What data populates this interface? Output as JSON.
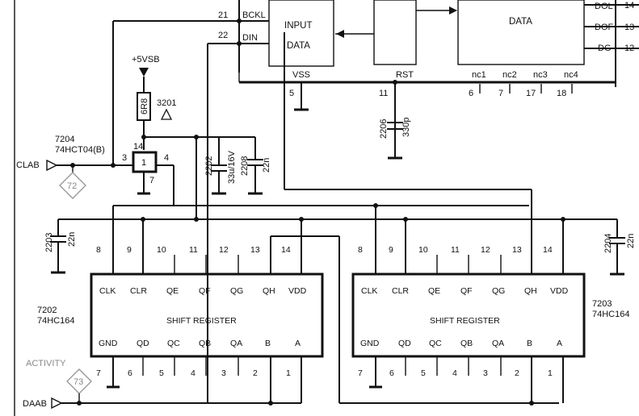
{
  "ic_top": {
    "pins_left": [
      "21",
      "22"
    ],
    "signals_left": [
      "BCKL",
      "DIN"
    ],
    "input_block": [
      "INPUT",
      "DATA"
    ],
    "output_block": [
      "DATA"
    ],
    "right_signals": [
      "DOL",
      "DOF",
      "DG"
    ],
    "right_pins": [
      "14",
      "13",
      "12"
    ],
    "vss_label": "VSS",
    "rst_label": "RST",
    "nc_labels": [
      "nc1",
      "nc2",
      "nc3",
      "nc4"
    ],
    "bottom_pins": [
      "5",
      "11",
      "6",
      "7",
      "17",
      "18"
    ]
  },
  "power": {
    "supply": "+5VSB",
    "resistor_value": "6R8",
    "resistor_ref": "3201"
  },
  "caps": [
    {
      "ref": "2206",
      "value": "330p"
    },
    {
      "ref": "2202",
      "value": "33u/16V"
    },
    {
      "ref": "2208",
      "value": "22n"
    },
    {
      "ref": "2203",
      "value": "22n"
    },
    {
      "ref": "2204",
      "value": "22n"
    }
  ],
  "gate": {
    "ref": "7204",
    "part": "74HCT04(B)",
    "inside": "1",
    "pins": [
      "3",
      "14",
      "4",
      "7"
    ]
  },
  "signals": {
    "clab": "CLAB",
    "daab": "DAAB",
    "activity": "ACTIVITY",
    "test_points": [
      "72",
      "73"
    ]
  },
  "shift_registers": [
    {
      "ref": "7202",
      "part": "74HC164",
      "title": "SHIFT REGISTER",
      "top_pins": [
        "8",
        "9",
        "10",
        "11",
        "12",
        "13",
        "14"
      ],
      "top_labels": [
        "CLK",
        "CLR",
        "QE",
        "QF",
        "QG",
        "QH",
        "VDD"
      ],
      "bottom_labels": [
        "GND",
        "QD",
        "QC",
        "QB",
        "QA",
        "B",
        "A"
      ],
      "bottom_pins": [
        "7",
        "6",
        "5",
        "4",
        "3",
        "2",
        "1"
      ]
    },
    {
      "ref": "7203",
      "part": "74HC164",
      "title": "SHIFT REGISTER",
      "top_pins": [
        "8",
        "9",
        "10",
        "11",
        "12",
        "13",
        "14"
      ],
      "top_labels": [
        "CLK",
        "CLR",
        "QE",
        "QF",
        "QG",
        "QH",
        "VDD"
      ],
      "bottom_labels": [
        "GND",
        "QD",
        "QC",
        "QB",
        "QA",
        "B",
        "A"
      ],
      "bottom_pins": [
        "7",
        "6",
        "5",
        "4",
        "3",
        "2",
        "1"
      ]
    }
  ]
}
